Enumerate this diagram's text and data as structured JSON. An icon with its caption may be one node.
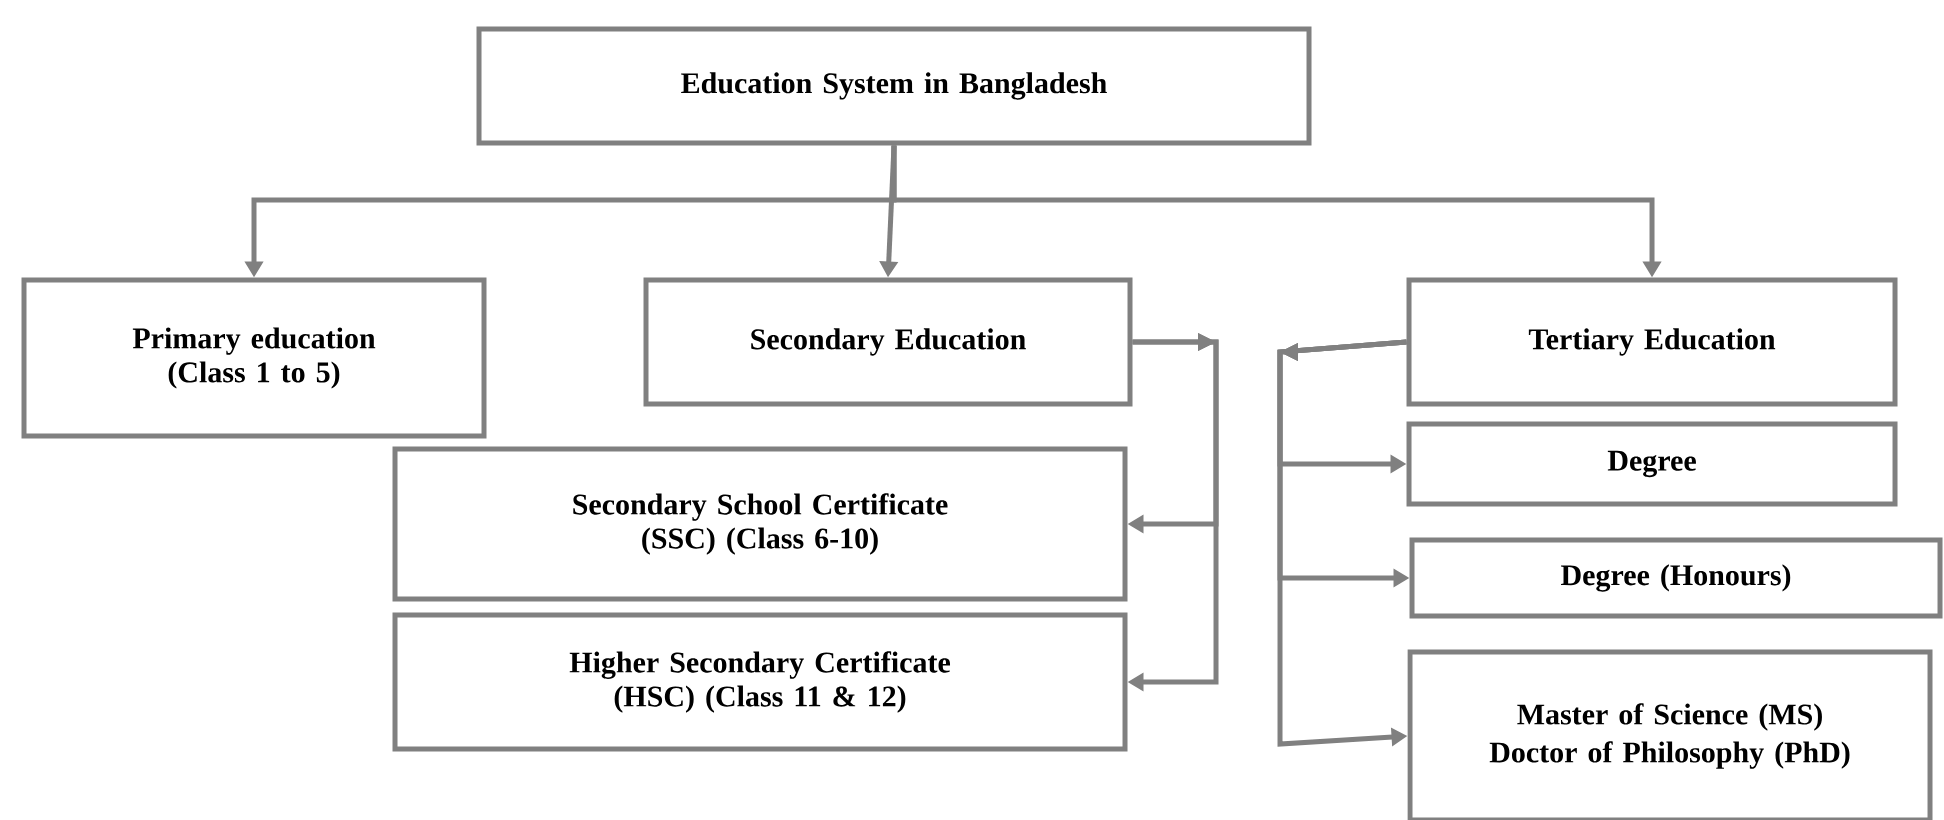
{
  "diagram": {
    "nodes": [
      {
        "text": [
          "Education System in Bangladesh"
        ]
      },
      {
        "text": [
          "Primary education (Class 1 to 5)"
        ]
      },
      {
        "text": [
          "Secondary Education"
        ]
      },
      {
        "text": [
          "Tertiary Education"
        ]
      },
      {
        "text": [
          "Secondary School Certificate (SSC) (Class 6-10)"
        ]
      },
      {
        "text": [
          "Higher Secondary Certificate (HSC) (Class 11 & 12)"
        ]
      },
      {
        "text": [
          "Degree"
        ]
      },
      {
        "text": [
          "Degree (Honours)"
        ]
      },
      {
        "text": [
          "Master of Science (MS)",
          "Doctor of Philosophy (PhD)"
        ]
      }
    ],
    "edges": [
      {
        "from": 0,
        "to": 1,
        "arrow": "to"
      },
      {
        "from": 0,
        "to": 2,
        "arrow": "to"
      },
      {
        "from": 0,
        "to": 3,
        "arrow": "to"
      },
      {
        "from": 2,
        "to": 4,
        "arrow": "to"
      },
      {
        "from": 2,
        "to": 5,
        "arrow": "to"
      },
      {
        "from": 3,
        "to": 6,
        "arrow": "to"
      },
      {
        "from": 3,
        "to": 7,
        "arrow": "to"
      },
      {
        "from": 3,
        "to": 8,
        "arrow": "to"
      }
    ]
  }
}
